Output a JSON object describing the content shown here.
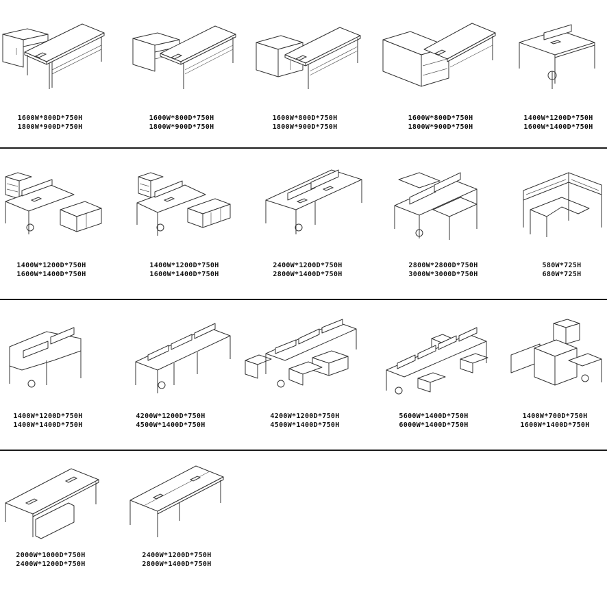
{
  "catalog": {
    "items": [
      {
        "name": "desk-with-pedestal-left",
        "size_a": "1600W*800D*750H",
        "size_b": "1800W*900D*750H"
      },
      {
        "name": "desk-with-credenza-left",
        "size_a": "1600W*800D*750H",
        "size_b": "1800W*900D*750H"
      },
      {
        "name": "desk-with-credenza-cabinet",
        "size_a": "1600W*800D*750H",
        "size_b": "1800W*900D*750H"
      },
      {
        "name": "desk-with-long-credenza",
        "size_a": "1600W*800D*750H",
        "size_b": "1800W*900D*750H"
      },
      {
        "name": "desk-with-screen",
        "size_a": "1400W*1200D*750H",
        "size_b": "1600W*1400D*750H"
      },
      {
        "name": "two-person-with-pedestals",
        "size_a": "1400W*1200D*750H",
        "size_b": "1600W*1400D*750H"
      },
      {
        "name": "two-person-with-side-cabinet",
        "size_a": "1400W*1200D*750H",
        "size_b": "1600W*1400D*750H"
      },
      {
        "name": "four-person-bench",
        "size_a": "2400W*1200D*750H",
        "size_b": "2800W*1400D*750H"
      },
      {
        "name": "four-person-cross",
        "size_a": "2800W*2800D*750H",
        "size_b": "3000W*3000D*750H"
      },
      {
        "name": "corner-partition-workstation",
        "size_a": "580W*725H",
        "size_b": "680W*725H"
      },
      {
        "name": "three-person-y-cluster",
        "size_a": "1400W*1200D*750H",
        "size_b": "1400W*1400D*750H"
      },
      {
        "name": "six-person-bench",
        "size_a": "4200W*1200D*750H",
        "size_b": "4500W*1400D*750H"
      },
      {
        "name": "six-person-bench-with-pedestals",
        "size_a": "4200W*1200D*750H",
        "size_b": "4500W*1400D*750H"
      },
      {
        "name": "eight-person-bench-with-pedestals",
        "size_a": "5600W*1400D*750H",
        "size_b": "6000W*1400D*750H"
      },
      {
        "name": "workstation-with-tall-cabinets",
        "size_a": "1400W*700D*750H",
        "size_b": "1600W*1400D*750H"
      },
      {
        "name": "meeting-table-single",
        "size_a": "2000W*1000D*750H",
        "size_b": "2400W*1200D*750H"
      },
      {
        "name": "meeting-table-double",
        "size_a": "2400W*1200D*750H",
        "size_b": "2800W*1400D*750H"
      }
    ]
  },
  "colors": {
    "line": "#333333",
    "divider": "#1a1a1a",
    "background": "#ffffff"
  }
}
